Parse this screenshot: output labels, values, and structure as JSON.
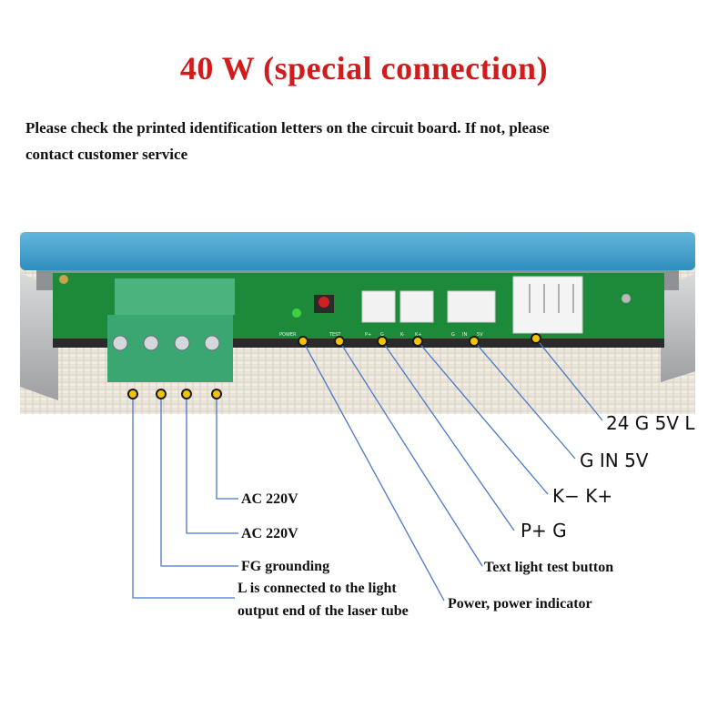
{
  "title": "40 W (special connection)",
  "description": {
    "line1": "Please check the printed identification letters on the circuit board. If not, please",
    "line2": "contact customer service"
  },
  "board_markings": {
    "power": "POWER",
    "test": "TEST",
    "p_plus": "P+",
    "g1": "G",
    "k_minus": "K-",
    "k_plus": "K+",
    "g2": "G",
    "in": "IN",
    "v5": "5V"
  },
  "labels": {
    "ac220_1": "AC 220V",
    "ac220_2": "AC 220V",
    "fg": "FG grounding",
    "l_line1": "L is connected to the light",
    "l_line2": "output end of the laser tube",
    "power": "Power, power indicator",
    "test": "Text light test button",
    "pg": "P+ G",
    "kk": "K− K+",
    "gin": "G IN 5V",
    "g24": "24 G 5V L"
  },
  "colors": {
    "title": "#d01c1c",
    "leader_line": "#4a78c8",
    "marker": "#f2c400",
    "pcb": "#1d8a3a",
    "terminal": "#3aa772",
    "case": "#3d9cc8"
  }
}
